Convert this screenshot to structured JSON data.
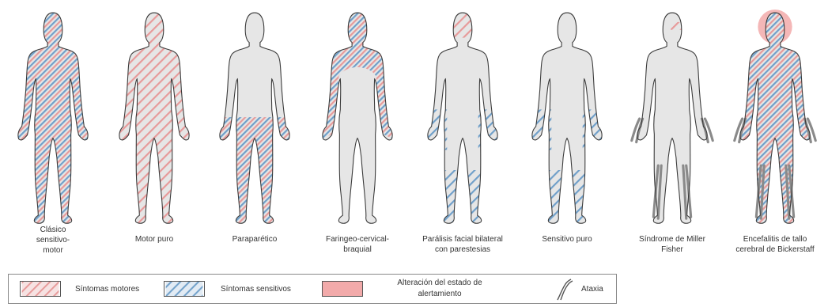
{
  "colors": {
    "skin": "#e6e6e6",
    "outline": "#3a3a3a",
    "motor": "#e79a9a",
    "sensory": "#6f9fc9",
    "ataxia_fill": "#cfcfcf",
    "arousal": "#f2aaaa"
  },
  "panels": [
    {
      "caption": "Clásico sensitivo-motor",
      "caption_lines": [
        "Clásico",
        "sensitivo-",
        "motor"
      ],
      "regions": [
        "motor-full",
        "sensory-full"
      ]
    },
    {
      "caption": "Motor puro",
      "caption_lines": [
        "Motor puro"
      ],
      "regions": [
        "motor-full"
      ]
    },
    {
      "caption": "Paraparético",
      "caption_lines": [
        "Paraparético"
      ],
      "regions": [
        "motor-legs",
        "sensory-legs"
      ]
    },
    {
      "caption": "Faringeo-cervical-braquial",
      "caption_lines": [
        "Faringeo-cervical-",
        "braquial"
      ],
      "regions": [
        "motor-upper",
        "sensory-upper"
      ]
    },
    {
      "caption": "Parálisis facial bilateral con parestesias",
      "caption_lines": [
        "Parálisis facial bilateral",
        "con parestesias"
      ],
      "regions": [
        "motor-face",
        "sensory-hands",
        "sensory-feet"
      ]
    },
    {
      "caption": "Sensitivo puro",
      "caption_lines": [
        "Sensitivo puro"
      ],
      "regions": [
        "sensory-hands",
        "sensory-feet"
      ]
    },
    {
      "caption": "Síndrome de Miller Fisher",
      "caption_lines": [
        "Síndrome de Miller",
        "Fisher"
      ],
      "regions": [
        "motor-eye",
        "ataxia-limbs"
      ]
    },
    {
      "caption": "Encefalitis de tallo cerebral de Bickerstaff",
      "caption_lines": [
        "Encefalitis de tallo",
        "cerebral de Bickerstaff"
      ],
      "regions": [
        "arousal-head",
        "motor-full",
        "sensory-full",
        "ataxia-limbs"
      ]
    }
  ],
  "legend": {
    "motor": "Síntomas motores",
    "sensory": "Síntomas sensitivos",
    "arousal_lines": [
      "Alteración del estado de",
      "alertamiento"
    ],
    "ataxia": "Ataxia"
  }
}
